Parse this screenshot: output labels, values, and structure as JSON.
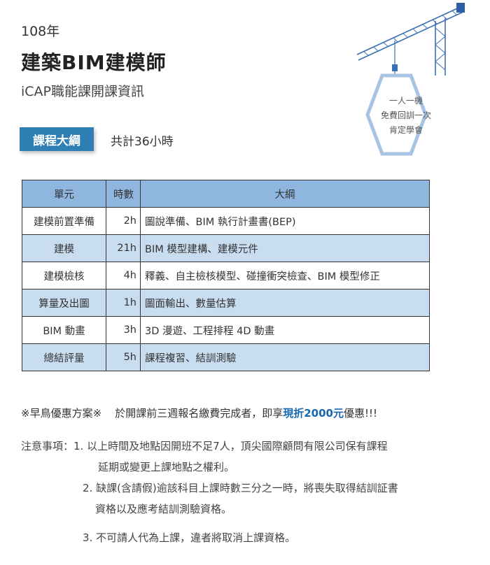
{
  "header": {
    "year": "108年",
    "title": "建築BIM建模師",
    "subtitle": "iCAP職能課開課資訊"
  },
  "hex_badge": {
    "line1": "一人一機",
    "line2": "免費回訓一次",
    "line3": "肯定學會"
  },
  "section": {
    "badge": "課程大綱",
    "total": "共計36小時"
  },
  "table": {
    "headers": [
      "單元",
      "時數",
      "大綱"
    ],
    "rows": [
      {
        "unit": "建模前置準備",
        "hours": "2h",
        "desc": "圖說準備、BIM 執行計畫書(BEP)"
      },
      {
        "unit": "建模",
        "hours": "21h",
        "desc": "BIM 模型建構、建模元件"
      },
      {
        "unit": "建模檢核",
        "hours": "4h",
        "desc": "釋義、自主檢核模型、碰撞衝突檢查、BIM 模型修正"
      },
      {
        "unit": "算量及出圖",
        "hours": "1h",
        "desc": "圖面輸出、數量估算"
      },
      {
        "unit": "BIM 動畫",
        "hours": "3h",
        "desc": "3D 漫遊、工程排程 4D 動畫"
      },
      {
        "unit": "總結評量",
        "hours": "5h",
        "desc": "課程複習、結訓測驗"
      }
    ]
  },
  "promo": {
    "prefix": "※早鳥優惠方案※",
    "text": "於開課前三週報名繳費完成者，即享",
    "highlight": "現折2000元",
    "suffix": "優惠!!!"
  },
  "notes": {
    "label": "注意事項：",
    "item1_line1": "1. 以上時間及地點因開班不足7人，頂尖國際顧問有限公司保有課程",
    "item1_line2": "延期或變更上課地點之權利。",
    "item2_line1": "2. 缺課(含請假)逾該科目上課時數三分之一時，將喪失取得結訓証書",
    "item2_line2": "資格以及應考結訓測驗資格。",
    "item3_line1": "3. 不可請人代為上課，違者將取消上課資格。"
  },
  "colors": {
    "badge_bg": "#2f7fb4",
    "table_header": "#8fb6df",
    "table_shade": "#c9ddf1",
    "highlight": "#1567b0",
    "crane": "#3a6fb5"
  }
}
